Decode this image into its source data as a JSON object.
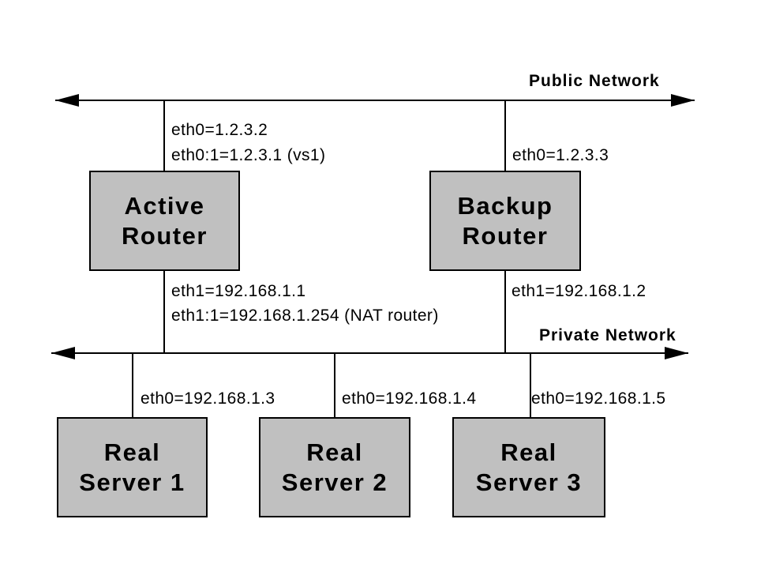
{
  "network_labels": {
    "public": "Public Network",
    "private": "Private Network"
  },
  "nodes": {
    "active_router": {
      "line1": "Active",
      "line2": "Router"
    },
    "backup_router": {
      "line1": "Backup",
      "line2": "Router"
    },
    "real_server_1": {
      "line1": "Real",
      "line2": "Server 1"
    },
    "real_server_2": {
      "line1": "Real",
      "line2": "Server 2"
    },
    "real_server_3": {
      "line1": "Real",
      "line2": "Server 3"
    }
  },
  "interface_labels": {
    "active_eth0": "eth0=1.2.3.2",
    "active_eth0_alias": "eth0:1=1.2.3.1 (vs1)",
    "backup_eth0": "eth0=1.2.3.3",
    "active_eth1": "eth1=192.168.1.1",
    "active_eth1_alias": "eth1:1=192.168.1.254 (NAT router)",
    "backup_eth1": "eth1=192.168.1.2",
    "real_server_1_eth0": "eth0=192.168.1.3",
    "real_server_2_eth0": "eth0=192.168.1.4",
    "real_server_3_eth0": "eth0=192.168.1.5"
  },
  "colors": {
    "node_fill": "#c0c0c0",
    "node_border": "#000000",
    "line": "#000000",
    "background": "#ffffff",
    "text": "#000000"
  }
}
